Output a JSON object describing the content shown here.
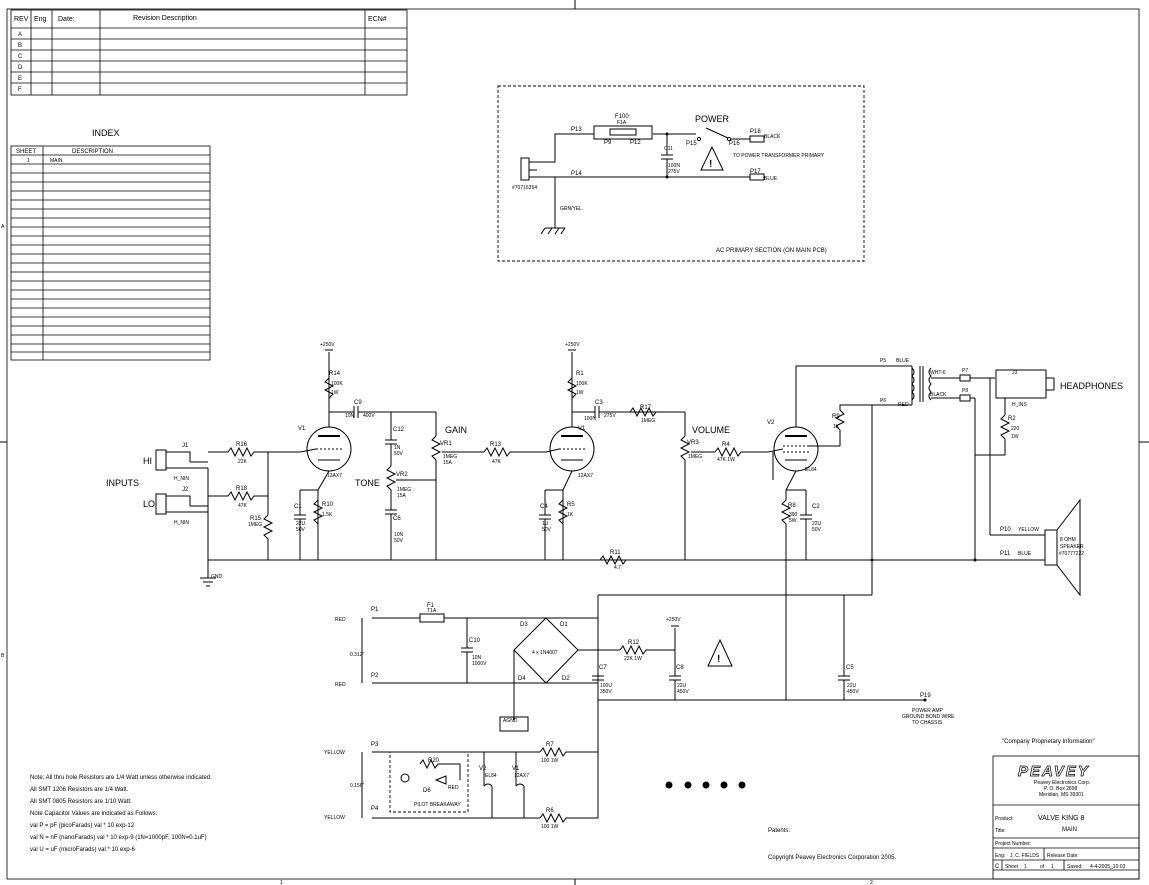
{
  "revision_table": {
    "headers": [
      "REV",
      "Eng",
      "Date:",
      "Revision Description",
      "ECN#"
    ],
    "rows": [
      "A",
      "B",
      "C",
      "D",
      "E",
      "F"
    ]
  },
  "index": {
    "title": "INDEX",
    "headers": [
      "SHEET",
      "DESCRIPTION"
    ],
    "rows": [
      {
        "sheet": "1",
        "description": "MAIN"
      }
    ]
  },
  "ac_section": {
    "title": "AC PRIMARY SECTION (ON MAIN PCB)",
    "power_label": "POWER",
    "fuse": "F100",
    "fuse_value": "F1A",
    "cap": "C11",
    "cap_value1": "100N",
    "cap_value2": "275V",
    "to_transformer": "TO POWER TRANSFORMER PRIMARY",
    "black": "BLACK",
    "blue": "BLUE",
    "inlet_part": "#70716354",
    "ground_wire": "GRN/YEL",
    "pins": [
      "P13",
      "P9",
      "P12",
      "P15",
      "P16",
      "P18",
      "P14",
      "P17"
    ]
  },
  "labels": {
    "inputs": "INPUTS",
    "hi": "HI",
    "lo": "LO",
    "gain": "GAIN",
    "tone": "TONE",
    "volume": "VOLUME",
    "headphones": "HEADPHONES"
  },
  "components": {
    "v1a": "V1",
    "v1a_type": "12AX7",
    "v1b": "V1",
    "v1b_type": "12AX7",
    "v2": "V2",
    "v2_type": "EL84",
    "r14": "R14",
    "r14_val": "100K",
    "r14_w": "1W",
    "r1": "R1",
    "r1_val": "100K",
    "r1_w": "1W",
    "r16": "R16",
    "r16_val": "22K",
    "r18": "R18",
    "r18_val": "47K",
    "r15": "R15",
    "r15_val": "1MEG",
    "r10": "R10",
    "r10_val": "1.5K",
    "r13": "R13",
    "r13_val": "47K",
    "r17": "R17",
    "r17_val": "1MEG",
    "r4": "R4",
    "r4_val": "47K 1W",
    "r9": "R9",
    "r9_val": "1K",
    "r2": "R2",
    "r2_val": "220",
    "r2_w": "1W",
    "r5": "R5",
    "r5_val": "1K",
    "r8": "R8",
    "r8_val": "390",
    "r8_w": "5W",
    "r11": "R11",
    "r11_val": "4.7",
    "r12": "R12",
    "r12_val": "22K 1W",
    "r7": "R7",
    "r7_val": "100 1W",
    "r6": "R6",
    "r6_val": "100 1W",
    "r20": "R20",
    "c9": "C9",
    "c9_val": "10N",
    "c9_v": "400V",
    "c12": "C12",
    "c12_val": "1N",
    "c12_v": "50V",
    "c6": "C6",
    "c6_val": "10N",
    "c6_v": "50V",
    "c1": "C1",
    "c1_val": "22U",
    "c1_v": "50V",
    "c3": "C3",
    "c3_val": "100N",
    "c3_v": "275V",
    "c4": "C4",
    "c4_val": "1U",
    "c4_v": "50V",
    "c2": "C2",
    "c2_val": "22U",
    "c2_v": "50V",
    "c10": "C10",
    "c10_val": "10N",
    "c10_v": "1000V",
    "c7": "C7",
    "c7_val": "100U",
    "c7_v": "350V",
    "c8": "C8",
    "c8_val": "22U",
    "c8_v": "450V",
    "c5": "C5",
    "c5_val": "22U",
    "c5_v": "450V",
    "vr1": "VR1",
    "vr1_val": "1MEG",
    "vr1_taper": "15A",
    "vr2": "VR2",
    "vr2_val": "1MEG",
    "vr2_taper": "15A",
    "vr3": "VR3",
    "vr3_val": "1MEG",
    "j1": "J1",
    "j2": "J2",
    "j3": "J3",
    "h_nin": "H_NIN",
    "h_ins": "H_INS",
    "f1": "F1",
    "f1_val": "T1A",
    "d1": "D1",
    "d2": "D2",
    "d3": "D3",
    "d4": "D4",
    "d6": "D6",
    "bridge_note": "4 x 1N4007",
    "ground": "GND",
    "b250_1": "+250V",
    "b250_2": "+250V",
    "b250_3": "+250V",
    "wht": "WHT-6",
    "red": "RED",
    "black": "BLACK",
    "blue": "BLUE",
    "yellow": "YELLOW",
    "speaker_desc1": "8 OHM",
    "speaker_desc2": "SPEAKER",
    "speaker_part": "#70777222",
    "p1": "P1",
    "p2": "P2",
    "p3": "P3",
    "p4": "P4",
    "p5": "P5",
    "p6": "P6",
    "p7": "P7",
    "p8": "P8",
    "p10": "P10",
    "p11": "P11",
    "p19": "P19",
    "p19_note1": "POWER AMP",
    "p19_note2": "GROUND BOND WIRE",
    "p19_note3": "TO CHASSIS",
    "pilot": "PILOT BREAKAWAY",
    "dim1": "0.312\"",
    "dim2": "0.156\"",
    "red_label": "RED",
    "yellow_label": "YELLOW",
    "v2_el84": "EL84",
    "v1_12ax7": "12AX7"
  },
  "notes": [
    "Note: All thru hole Resistors are 1/4 Watt unless otherwise indicated.",
    "All SMT 1206 Resistors are 1/4 Watt.",
    "All SMT 0805 Resistors are 1/10 Watt.",
    "Note Capacitor Values are indicated as Follows:",
    "val P = pF (picoFarads) val * 10 exp-12",
    "val N = nF (nanoFarads) val * 10 exp-9 (1N=1000pF, 100N=0.1uF)",
    "val U = uF (microFarads) val * 10 exp-6"
  ],
  "footer": {
    "patents": "Patents:",
    "copyright": "Copyright Peavey Electronics Corporation 2005.",
    "proprietary": "\"Company Proprietary Information\"",
    "company_logo": "PEAVEY",
    "company": "Peavey Electronics Corp.",
    "address1": "P. O. Box 2898",
    "address2": "Meridian, MS 39301",
    "product_label": "Product:",
    "product": "VALVE KING 8",
    "title_label": "Title:",
    "title": "MAIN",
    "project_label": "Project Number:",
    "eng_label": "Eng:",
    "eng": "J. C. FIELDS",
    "release_label": "Release Date:",
    "size": "C",
    "sheet_label": "Sheet",
    "sheet": "1",
    "of_label": "of",
    "of": "1",
    "saved_label": "Saved:",
    "saved": "4-4-2005_10:03"
  },
  "border": {
    "top_mark": "",
    "bottom_1": "1",
    "bottom_2": "2",
    "left_mark": "A",
    "left_mark_2": "B"
  }
}
